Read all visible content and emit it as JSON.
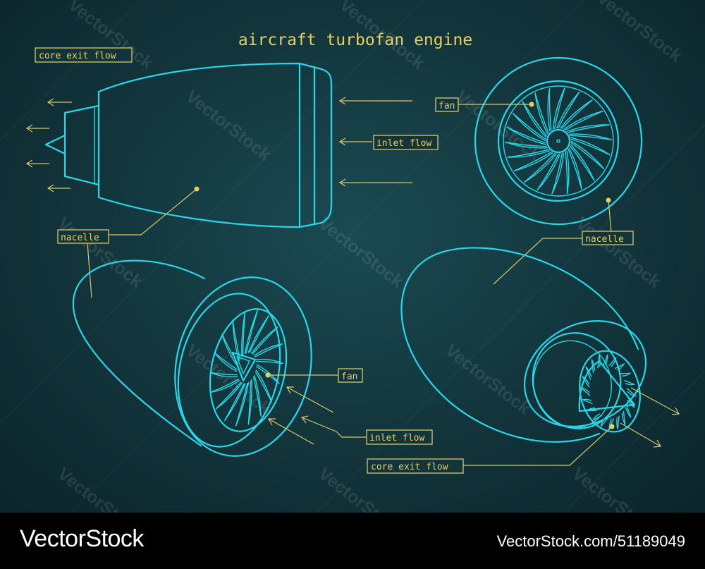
{
  "title": "aircraft turbofan engine",
  "labels": {
    "side_core_exit": "core exit flow",
    "side_inlet": "inlet flow",
    "side_nacelle": "nacelle",
    "front_fan": "fan",
    "front_nacelle": "nacelle",
    "iso_fan": "fan",
    "iso_inlet": "inlet flow",
    "iso_core_exit": "core exit flow"
  },
  "watermark": "VectorStock",
  "footer": {
    "brand": "VectorStock",
    "image_id": "VectorStock.com/51189049"
  },
  "colors": {
    "background": "#12343b",
    "line": "#29d6e8",
    "annotation": "#e8cf63",
    "footer": "#000000"
  }
}
